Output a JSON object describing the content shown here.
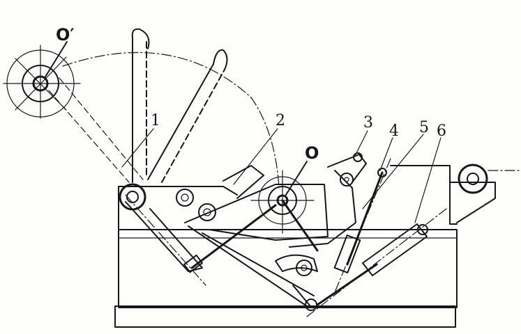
{
  "labels": {
    "pivot_upper": "O′",
    "pivot_center": "O",
    "part_1": "1",
    "part_2": "2",
    "part_3": "3",
    "part_4": "4",
    "part_5": "5",
    "part_6": "6"
  },
  "colors": {
    "ink": "#161616",
    "paper": "#fdfdfb"
  }
}
